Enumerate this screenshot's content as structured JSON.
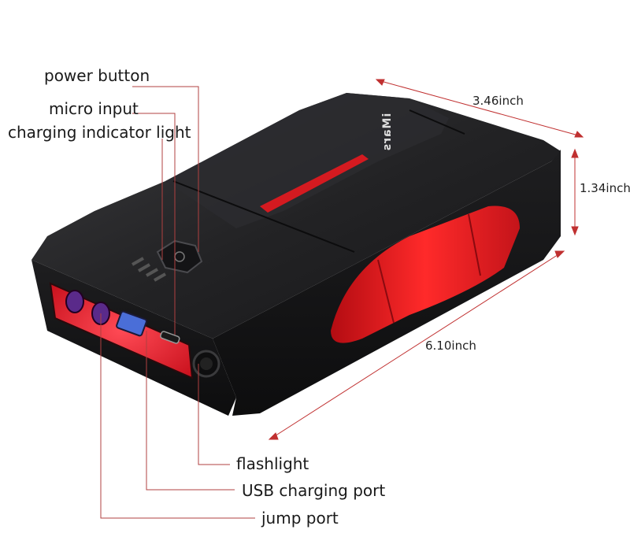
{
  "labels": {
    "power_button": "power button",
    "micro_input": "micro input",
    "charging_indicator": "charging indicator light",
    "flashlight": "flashlight",
    "usb_port": "USB charging port",
    "jump_port": "jump port"
  },
  "dimensions": {
    "width": "3.46inch",
    "height": "1.34inch",
    "length": "6.10inch"
  },
  "brand": "iMars",
  "colors": {
    "body": "#1c1c1e",
    "accent_red": "#e0141c",
    "leader_line": "#b04040",
    "dimension_line": "#c03030"
  }
}
